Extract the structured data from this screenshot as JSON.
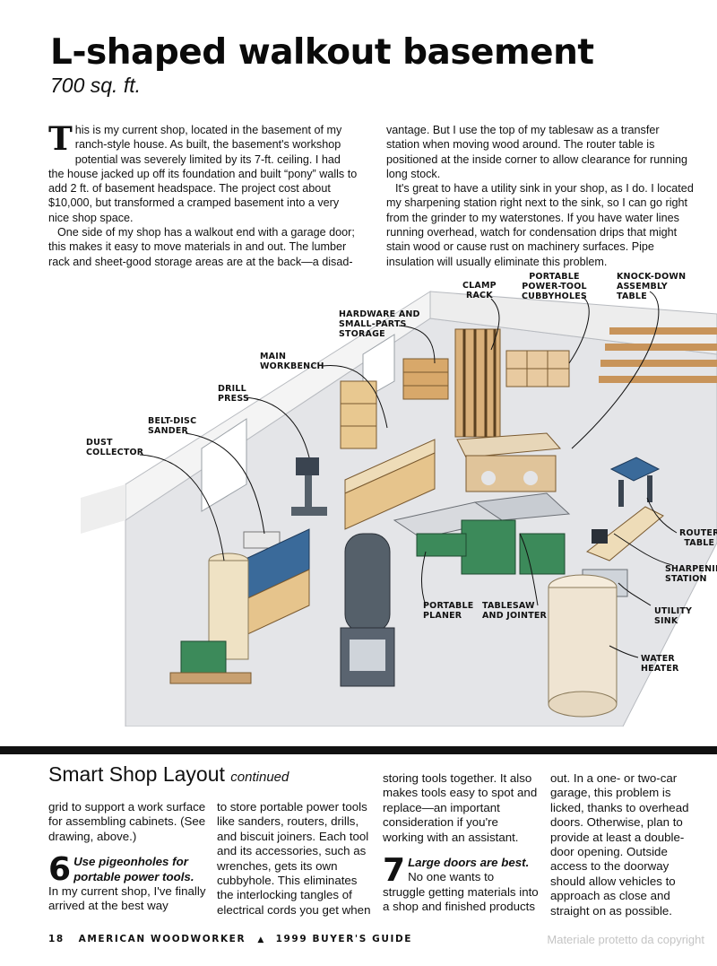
{
  "title": "L-shaped walkout basement",
  "subtitle": "700 sq. ft.",
  "intro": {
    "dropcap": "T",
    "col1_p1": "his is my current shop, located in the basement of my ranch-style house. As built, the basement's workshop potential was severely limited by its 7-ft. ceiling. I had the house jacked up off its foundation and built “pony” walls to add 2 ft. of basement headspace. The project cost about $10,000, but transformed a cramped basement into a very nice shop space.",
    "col1_p2": "One side of my shop has a walkout end with a garage door; this makes it easy to move materials in and out. The lumber rack and sheet-good storage areas are at the back—a disad-",
    "col2_p1": "vantage. But I use the top of my tablesaw as a transfer station when moving wood around. The router table is positioned at the inside corner to allow clearance for running long stock.",
    "col2_p2": "It's great to have a utility sink in your shop, as I do. I located my sharpening station right next to the sink, so I can go right from the grinder to my waterstones. If you have water lines running overhead, watch for condensation drips that might stain wood or cause rust on machinery surfaces. Pipe insulation will usually eliminate this problem."
  },
  "callouts": {
    "clamp_rack": "CLAMP\nRACK",
    "cubbyholes": "PORTABLE\nPOWER-TOOL\nCUBBYHOLES",
    "assembly_table": "KNOCK-DOWN\nASSEMBLY\nTABLE",
    "hardware_storage": "HARDWARE AND\nSMALL-PARTS\nSTORAGE",
    "main_workbench": "MAIN\nWORKBENCH",
    "drill_press": "DRILL\nPRESS",
    "belt_disc_sander": "BELT-DISC\nSANDER",
    "dust_collector": "DUST\nCOLLECTOR",
    "router_table": "ROUTER\nTABLE",
    "sharpening_station": "SHARPENING\nSTATION",
    "utility_sink": "UTILITY\nSINK",
    "water_heater": "WATER\nHEATER",
    "portable_planer": "PORTABLE\nPLANER",
    "tablesaw_jointer": "TABLESAW\nAND JOINTER"
  },
  "section": {
    "title": "Smart Shop Layout",
    "continued": "continued",
    "col1_text": "grid to support a work surface for assembling cabinets. (See drawing, above.)",
    "tip6_number": "6",
    "tip6_head": "Use pigeonholes for portable power tools.",
    "tip6_text": "In my current shop, I've finally arrived at the best way",
    "col2_text": "to store portable power tools like sanders, routers, drills, and biscuit joiners. Each tool and its accessories, such as wrenches, gets its own cubbyhole. This eliminates the interlocking tangles of electrical cords you get when",
    "col3_text": "storing tools together. It also makes tools easy to spot and replace—an important consideration if you're working with an assistant.",
    "tip7_number": "7",
    "tip7_head": "Large doors are best.",
    "tip7_text": "No one wants to struggle getting materials into a shop and finished products",
    "col4_text": "out. In a one- or two-car garage, this problem is licked, thanks to overhead doors. Otherwise, plan to provide at least a double-door opening. Outside access to the doorway should allow vehicles to approach as close and straight on as possible."
  },
  "footer": {
    "page_number": "18",
    "publication": "AMERICAN WOODWORKER",
    "separator": "▲",
    "issue": "1999 BUYER'S GUIDE"
  },
  "watermark": "Materiale protetto da copyright",
  "colors": {
    "floor": "#e4e5e8",
    "wall": "#f2f2f2",
    "wood": "#e6c48c",
    "machine_gray": "#55606a",
    "machine_green": "#3c8a5a",
    "water_heater": "#efe4d2"
  }
}
